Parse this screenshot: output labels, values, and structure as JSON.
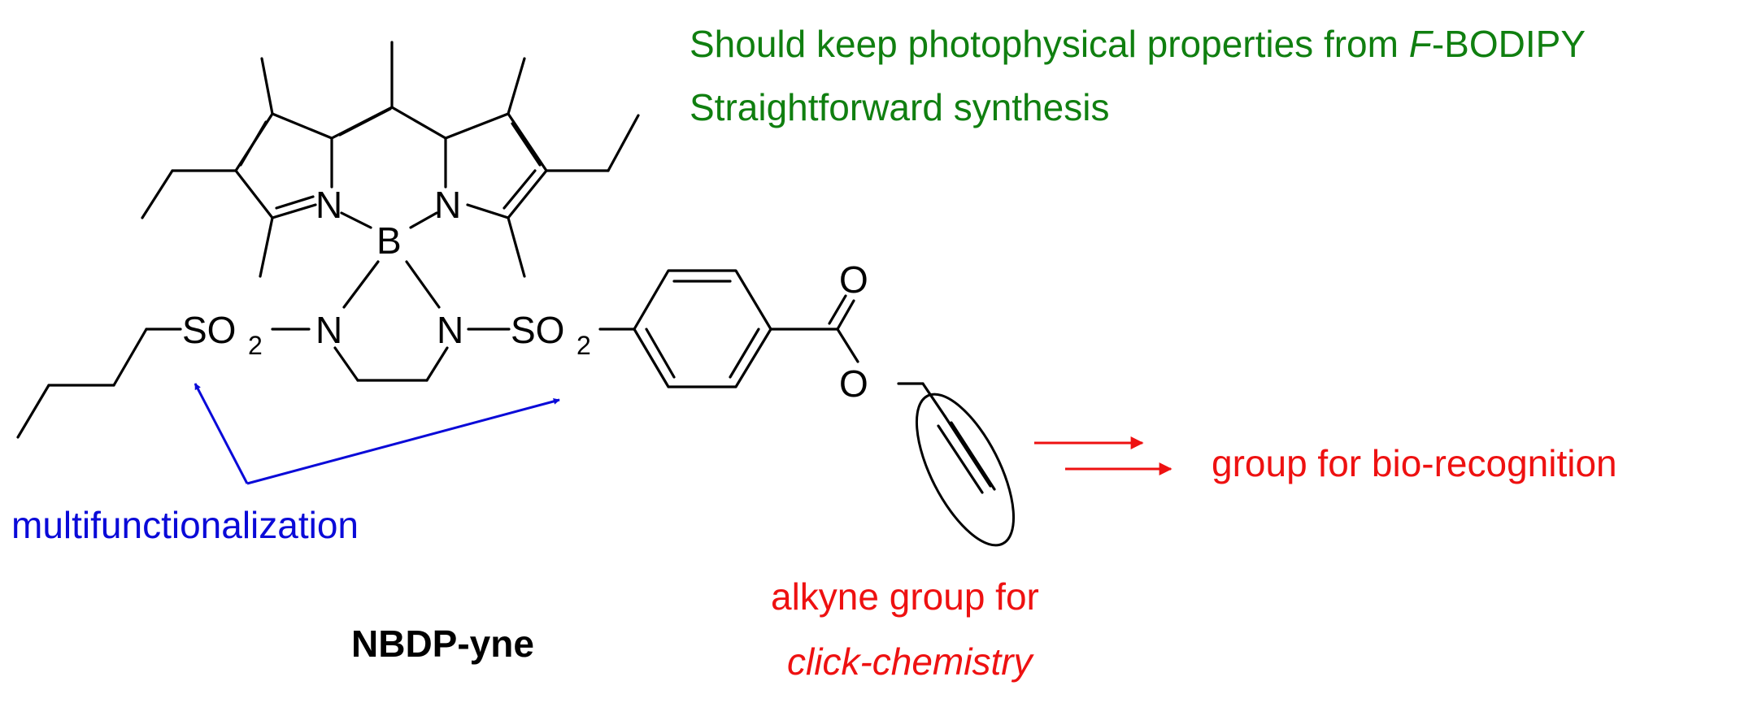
{
  "figure": {
    "compound_label": "NBDP-yne",
    "atoms": {
      "nitrogen": "N",
      "boron": "B",
      "oxygen": "O",
      "sulfonyl_prefix": "SO",
      "sulfonyl_subscript": "2"
    },
    "notes": {
      "line1_prefix": "Should keep photophysical properties from ",
      "line1_italic": "F",
      "line1_suffix": "-BODIPY",
      "line2": "Straightforward synthesis"
    },
    "multifunctionalization_label": "multifunctionalization",
    "alkyne_label_line1": "alkyne group for",
    "alkyne_label_line2": "click-chemistry",
    "biorecognition_label": "group for bio-recognition",
    "colors": {
      "notes": "#107f10",
      "multifunctionalization": "#0a0ad8",
      "alkyne": "#ee1111",
      "structure": "#000000"
    }
  }
}
